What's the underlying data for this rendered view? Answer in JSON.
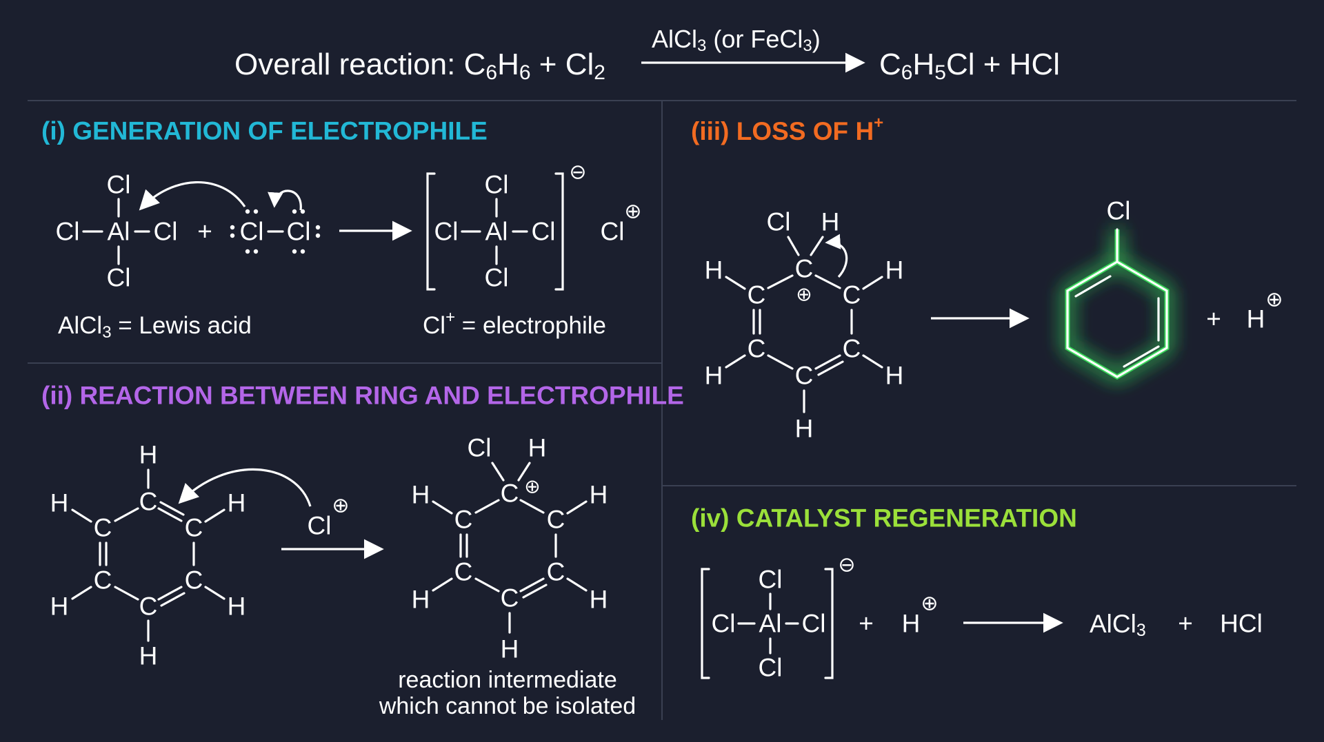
{
  "colors": {
    "background": "#1b1f2e",
    "section_i": "#22b8d6",
    "section_ii": "#b366e8",
    "section_iii": "#f26b21",
    "section_iv": "#9be03a",
    "glow": "#3bd65a",
    "divider": "#3a4052"
  },
  "overall": {
    "label": "Overall reaction:",
    "reactant1": "C",
    "r1_sub1": "6",
    "r1_h": "H",
    "r1_sub2": "6",
    "plus": "+",
    "reactant2": "Cl",
    "r2_sub": "2",
    "catalyst_main": "AlCl",
    "catalyst_sub": "3",
    "catalyst_mid": " (or FeCl",
    "catalyst_sub2": "3",
    "catalyst_end": ")",
    "product1_c": "C",
    "p1_sub1": "6",
    "p1_h": "H",
    "p1_sub2": "5",
    "p1_cl": "Cl",
    "product_plus": "+",
    "product2": "HCl"
  },
  "section1": {
    "title": "(i) GENERATION OF ELECTROPHILE",
    "al": "Al",
    "cl": "Cl",
    "plus": "+",
    "minus_sign": "⊖",
    "plus_sign": "⊕",
    "note_left_main": "AlCl",
    "note_left_sub": "3",
    "note_left_end": " = Lewis acid",
    "note_right_main": "Cl",
    "note_right_sup": "+",
    "note_right_end": " = electrophile"
  },
  "section2": {
    "title": "(ii) REACTION BETWEEN RING AND ELECTROPHILE",
    "c": "C",
    "h": "H",
    "cl": "Cl",
    "plus_sign": "⊕",
    "caption_line1": "reaction intermediate",
    "caption_line2": "which cannot be isolated"
  },
  "section3": {
    "title_main": "(iii) LOSS OF H",
    "title_sup": "+",
    "c": "C",
    "h": "H",
    "cl": "Cl",
    "plus_sign": "⊕",
    "plus": "+"
  },
  "section4": {
    "title": "(iv) CATALYST REGENERATION",
    "al": "Al",
    "cl": "Cl",
    "h": "H",
    "plus": "+",
    "minus_sign": "⊖",
    "plus_sign": "⊕",
    "product1_main": "AlCl",
    "product1_sub": "3",
    "product2": "HCl"
  }
}
